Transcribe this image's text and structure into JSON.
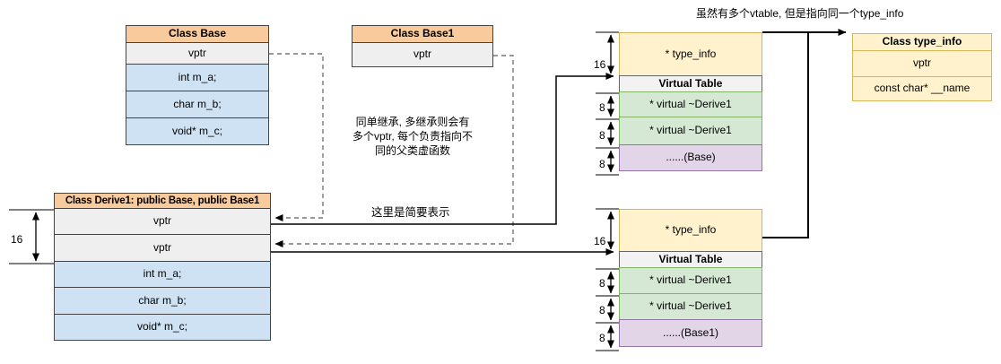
{
  "colors": {
    "header_fill": "#F9CB9C",
    "gray_fill": "#EFEFEF",
    "blue_fill": "#CFE2F3",
    "yellow_fill": "#FFF2CC",
    "yellow_border": "#D6B656",
    "green_fill": "#D5E8D4",
    "green_border": "#82B366",
    "purple_fill": "#E1D5E7",
    "purple_border": "#9673A6",
    "vtgray_fill": "#F2F2F2",
    "vtgray_border": "#666666",
    "table_border": "#444444",
    "dash_color": "#777777"
  },
  "tables": {
    "base": {
      "title": "Class Base",
      "rows": [
        "vptr",
        "int m_a;",
        "char m_b;",
        "void* m_c;"
      ]
    },
    "base1": {
      "title": "Class Base1",
      "rows": [
        "vptr"
      ]
    },
    "derive1": {
      "title": "Class Derive1: public Base, public Base1",
      "rows": [
        "vptr",
        "vptr",
        "int m_a;",
        "char m_b;",
        "void* m_c;"
      ]
    },
    "vtable1": {
      "rows": [
        "* type_info",
        "Virtual Table",
        "* virtual ~Derive1",
        "* virtual ~Derive1",
        "......(Base)"
      ]
    },
    "vtable2": {
      "rows": [
        "* type_info",
        "Virtual Table",
        "* virtual ~Derive1",
        "* virtual ~Derive1",
        "......(Base1)"
      ]
    },
    "typeinfo": {
      "title": "Class type_info",
      "rows": [
        "vptr",
        "const char* __name"
      ]
    }
  },
  "annotations": {
    "top_note": "虽然有多个vtable, 但是指向同一个type_info",
    "middle_note": "同单继承, 多继承则会有\n多个vptr, 每个负责指向不\n同的父类虚函数",
    "brief_note": "这里是简要表示"
  },
  "measurements": {
    "derive1_vptr_size": "16",
    "vtable1": {
      "typeinfo_size": "16",
      "slot1": "8",
      "slot2": "8",
      "slot3": "8"
    },
    "vtable2": {
      "typeinfo_size": "16",
      "slot1": "8",
      "slot2": "8",
      "slot3": "8"
    }
  }
}
